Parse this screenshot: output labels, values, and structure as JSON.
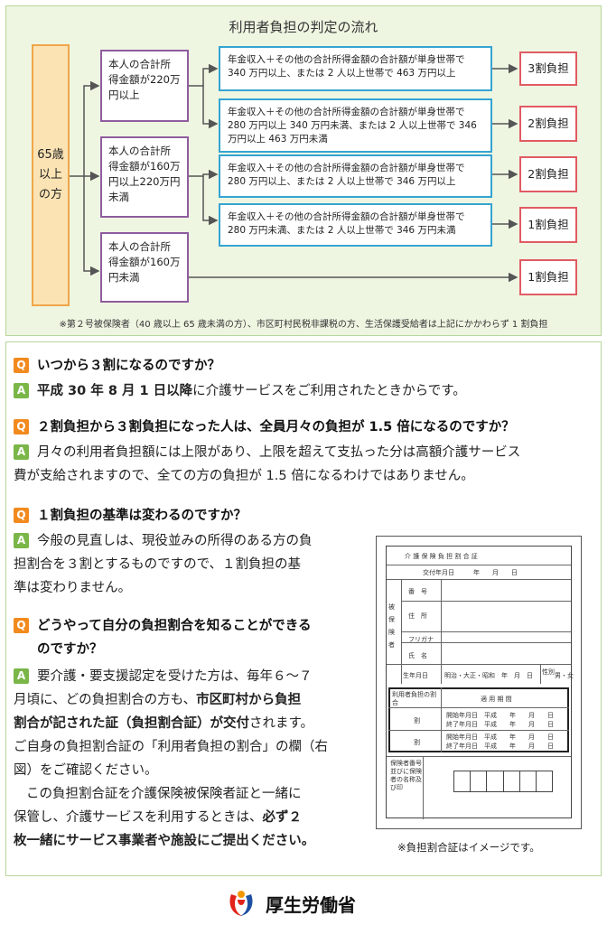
{
  "flow": {
    "title": "利用者負担の判定の流れ",
    "start": "65歳以上の方",
    "branches": [
      "本人の合計所得金額が220万円以上",
      "本人の合計所得金額が160万円以上220万円未満",
      "本人の合計所得金額が160万円未満"
    ],
    "conditions": [
      "年金収入＋その他の合計所得金額の合計額が単身世帯で 340 万円以上、または 2 人以上世帯で 463 万円以上",
      "年金収入＋その他の合計所得金額の合計額が単身世帯で 280 万円以上 340 万円未満、または 2 人以上世帯で 346 万円以上 463 万円未満",
      "年金収入＋その他の合計所得金額の合計額が単身世帯で 280 万円以上、または 2 人以上世帯で 346 万円以上",
      "年金収入＋その他の合計所得金額の合計額が単身世帯で 280 万円未満、または 2 人以上世帯で 346 万円未満"
    ],
    "results": [
      "3割負担",
      "2割負担",
      "2割負担",
      "1割負担",
      "1割負担"
    ],
    "note": "※第２号被保険者（40 歳以上 65 歳未満の方）、市区町村民税非課税の方、生活保護受給者は上記にかかわらず 1 割負担"
  },
  "qa": [
    {
      "q": "いつから３割になるのですか？",
      "a_bold": "平成 30 年 8 月 1 日以降",
      "a_rest": "に介護サービスをご利用されたときからです。"
    },
    {
      "q": "２割負担から３割負担になった人は、全員月々の負担が 1.5 倍になるのですか？",
      "a1": "月々の利用者負担額には上限があり、上限を超えて支払った分は高額介護サービス",
      "a2": "費が支給されますので、全ての方の負担が 1.5 倍になるわけではありません。"
    },
    {
      "q": "１割負担の基準は変わるのですか？",
      "a1": "今般の見直しは、現役並みの所得のある方の負",
      "a2": "担割合を３割とするものですので、１割負担の基",
      "a3": "準は変わりません。"
    },
    {
      "q1": "どうやって自分の負担割合を知ることができる",
      "q2": "のですか？",
      "a1": "要介護・要支援認定を受けた方は、毎年６～７",
      "a2a": "月頃に、どの負担割合の方も、",
      "a2b": "市区町村から負担",
      "a3a": "割合が記された証（負担割合証）が交付",
      "a3b": "されます。",
      "a4": "ご自身の負担割合証の「利用者負担の割合」の欄（右",
      "a5": "図）をご確認ください。",
      "a6": "この負担割合証を介護保険被保険者証と一緒に",
      "a7a": "保管し、介護サービスを利用するときは、",
      "a7b": "必ず２",
      "a8": "枚一緒にサービス事業者や施設にご提出ください。"
    }
  ],
  "badges": {
    "q": "Q",
    "a": "A"
  },
  "cert": {
    "title": "介 護 保 険 負 担 割 合 証",
    "issued": "交付年月日　　　年　　月　　日",
    "insured": "被保険者",
    "number": "番　号",
    "address": "住　所",
    "furigana": "フリガナ",
    "name": "氏　名",
    "birth": "生年月日",
    "birth_value": "明治・大正・昭和　年　月　日",
    "sex": "性別",
    "sex_value": "男・女",
    "ratio_label": "利用者負担の割合",
    "period": "適 用 期 間",
    "wari": "割",
    "start": "開始年月日　平成　　年　　月　　日",
    "end": "終了年月日　平成　　年　　月　　日",
    "insurer": "保険者番号並びに保険者の名称及び印",
    "caption": "※負担割合証はイメージです。"
  },
  "footer": {
    "ministry": "厚生労働省"
  }
}
